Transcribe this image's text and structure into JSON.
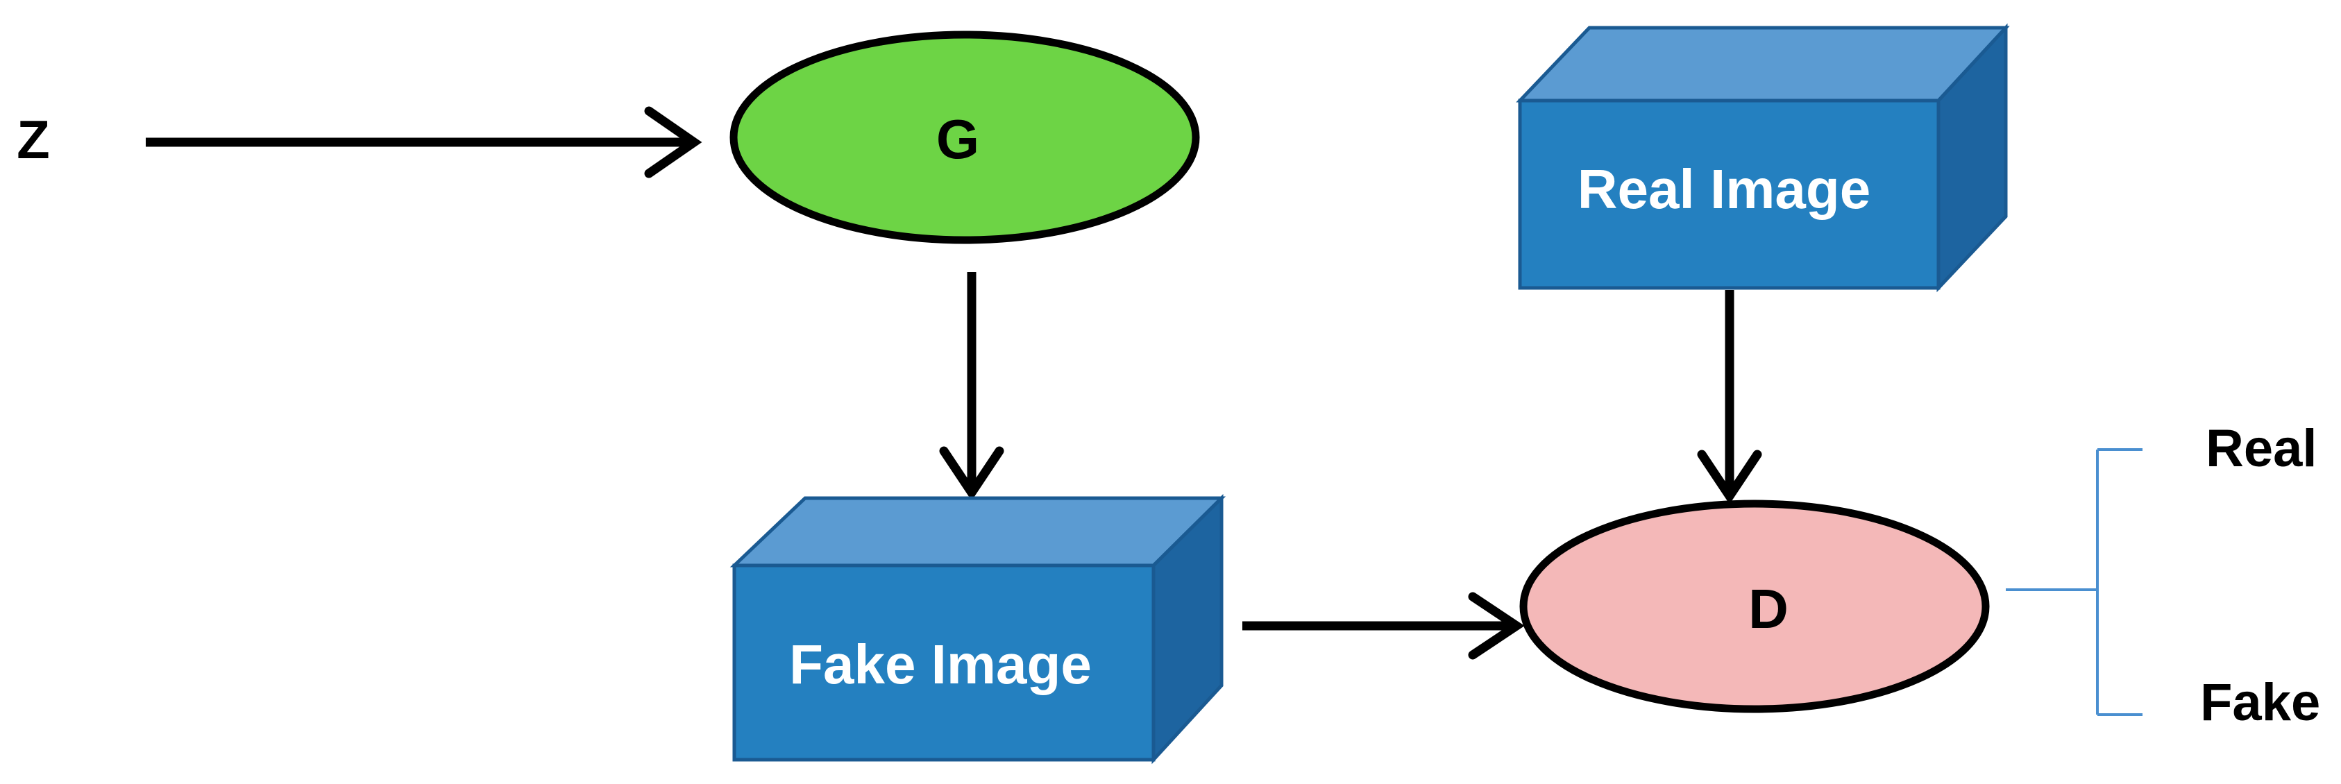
{
  "nodes": {
    "z": {
      "label": "Z"
    },
    "generator": {
      "label": "G",
      "fill": "#6DD445"
    },
    "discriminator": {
      "label": "D",
      "fill": "#F4B8B8"
    },
    "fake_image": {
      "label": "Fake Image"
    },
    "real_image": {
      "label": "Real Image"
    }
  },
  "outputs": {
    "real": "Real",
    "fake": "Fake"
  },
  "colors": {
    "box_front": "#2480C0",
    "box_top": "#5B9BD2",
    "box_side": "#1D64A0",
    "box_edge": "#1A5A92",
    "arrow": "#000000",
    "bracket": "#4A8FD0"
  },
  "edges": [
    {
      "from": "z",
      "to": "generator"
    },
    {
      "from": "generator",
      "to": "fake_image"
    },
    {
      "from": "fake_image",
      "to": "discriminator"
    },
    {
      "from": "real_image",
      "to": "discriminator"
    }
  ]
}
